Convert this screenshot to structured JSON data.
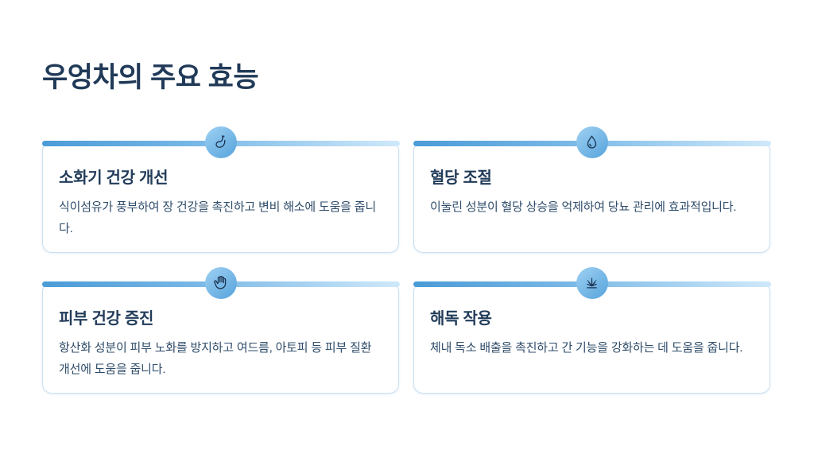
{
  "title": "우엉차의 주요 효능",
  "theme": {
    "bar_gradient_start": "#4a9bd7",
    "bar_gradient_end": "#cfe9fa",
    "circle_gradient_start": "#9fd1f3",
    "circle_gradient_end": "#56a3dc",
    "card_border": "#c9dff1",
    "heading_text": "#203a58",
    "body_text": "#2f4c6a"
  },
  "cards": [
    {
      "icon": "stomach-icon",
      "title": "소화기 건강 개선",
      "description": "식이섬유가 풍부하여 장 건강을 촉진하고 변비 해소에 도움을 줍니다."
    },
    {
      "icon": "droplet-icon",
      "title": "혈당 조절",
      "description": "이눌린 성분이 혈당 상승을 억제하여 당뇨 관리에 효과적입니다."
    },
    {
      "icon": "hand-icon",
      "title": "피부 건강 증진",
      "description": "항산화 성분이 피부 노화를 방지하고 여드름, 아토피 등 피부 질환 개선에 도움을 줍니다."
    },
    {
      "icon": "burst-icon",
      "title": "해독 작용",
      "description": "체내 독소 배출을 촉진하고 간 기능을 강화하는 데 도움을 줍니다."
    }
  ]
}
